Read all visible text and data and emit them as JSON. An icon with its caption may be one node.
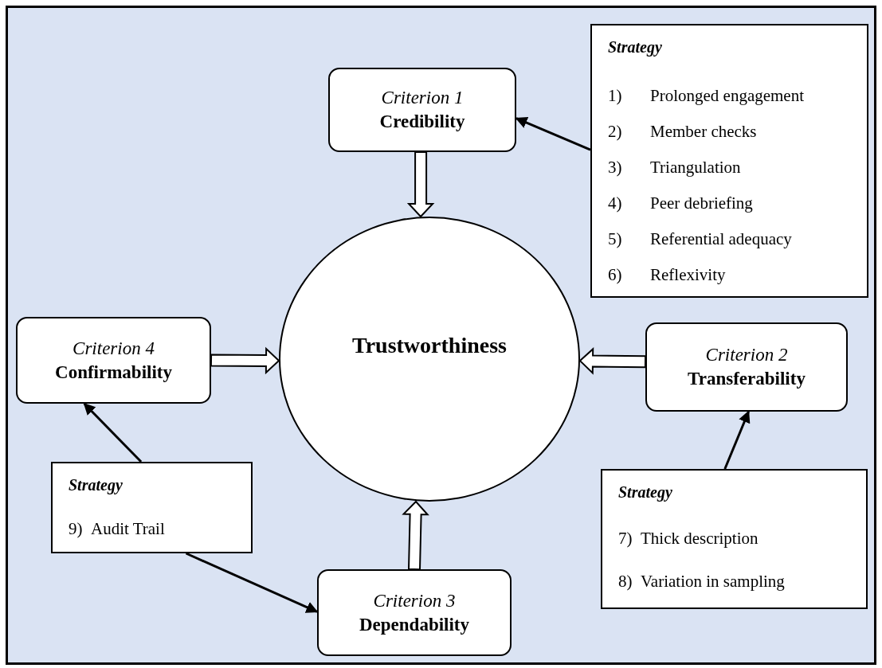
{
  "diagram": {
    "nodes": [
      {
        "text": [
          "Criterion 1",
          "Credibility"
        ]
      },
      {
        "text": [
          "Strategy",
          "1) Prolonged engagement",
          "2) Member checks",
          "3) Triangulation",
          "4) Peer debriefing",
          "5) Referential adequacy",
          "6) Reflexivity"
        ]
      },
      {
        "text": [
          "Trustworthiness"
        ]
      },
      {
        "text": [
          "Criterion 4",
          "Confirmability"
        ]
      },
      {
        "text": [
          "Criterion 2",
          "Transferability"
        ]
      },
      {
        "text": [
          "Strategy",
          "9) Audit Trail"
        ]
      },
      {
        "text": [
          "Strategy",
          "7) Thick description",
          "8) Variation in sampling"
        ]
      },
      {
        "text": [
          "Criterion 3",
          "Dependability"
        ]
      }
    ],
    "edges": [
      {
        "from": 0,
        "to": 2,
        "arrow": "to",
        "style": "thick"
      },
      {
        "from": 3,
        "to": 2,
        "arrow": "to",
        "style": "thick"
      },
      {
        "from": 4,
        "to": 2,
        "arrow": "to",
        "style": "thick"
      },
      {
        "from": 7,
        "to": 2,
        "arrow": "to",
        "style": "thick"
      },
      {
        "from": 1,
        "to": 0,
        "arrow": "to"
      },
      {
        "from": 6,
        "to": 4,
        "arrow": "to"
      },
      {
        "from": 5,
        "to": 3,
        "arrow": "to"
      },
      {
        "from": 5,
        "to": 7,
        "arrow": "to"
      }
    ]
  }
}
